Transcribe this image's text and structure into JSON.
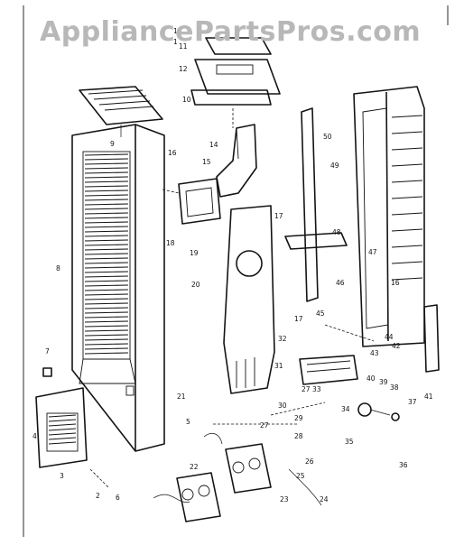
{
  "watermark": "AppliancePartsPros.com",
  "callouts": [
    {
      "id": "c1",
      "text": "1"
    },
    {
      "id": "c2",
      "text": "2"
    },
    {
      "id": "c3",
      "text": "3"
    },
    {
      "id": "c4",
      "text": "4"
    },
    {
      "id": "c5",
      "text": "5"
    },
    {
      "id": "c6",
      "text": "6"
    },
    {
      "id": "c7",
      "text": "7"
    },
    {
      "id": "c8",
      "text": "8"
    },
    {
      "id": "c9",
      "text": "9"
    },
    {
      "id": "c10",
      "text": "10"
    },
    {
      "id": "c11",
      "text": "11"
    },
    {
      "id": "c12",
      "text": "12"
    },
    {
      "id": "c13",
      "text": "13"
    },
    {
      "id": "c14",
      "text": "14"
    },
    {
      "id": "c15",
      "text": "15"
    },
    {
      "id": "c16",
      "text": "16"
    },
    {
      "id": "c16b",
      "text": "16"
    },
    {
      "id": "c17",
      "text": "17"
    },
    {
      "id": "c17b",
      "text": "17"
    },
    {
      "id": "c18",
      "text": "18"
    },
    {
      "id": "c19",
      "text": "19"
    },
    {
      "id": "c20",
      "text": "20"
    },
    {
      "id": "c21",
      "text": "21"
    },
    {
      "id": "c22",
      "text": "22"
    },
    {
      "id": "c23",
      "text": "23"
    },
    {
      "id": "c24",
      "text": "24"
    },
    {
      "id": "c25",
      "text": "25"
    },
    {
      "id": "c26",
      "text": "26"
    },
    {
      "id": "c27",
      "text": "27"
    },
    {
      "id": "c27b",
      "text": "27"
    },
    {
      "id": "c28",
      "text": "28"
    },
    {
      "id": "c29",
      "text": "29"
    },
    {
      "id": "c30",
      "text": "30"
    },
    {
      "id": "c31",
      "text": "31"
    },
    {
      "id": "c32",
      "text": "32"
    },
    {
      "id": "c33",
      "text": "33"
    },
    {
      "id": "c34",
      "text": "34"
    },
    {
      "id": "c35",
      "text": "35"
    },
    {
      "id": "c36",
      "text": "36"
    },
    {
      "id": "c37",
      "text": "37"
    },
    {
      "id": "c38",
      "text": "38"
    },
    {
      "id": "c39",
      "text": "39"
    },
    {
      "id": "c40",
      "text": "40"
    },
    {
      "id": "c41",
      "text": "41"
    },
    {
      "id": "c42",
      "text": "42"
    },
    {
      "id": "c43",
      "text": "43"
    },
    {
      "id": "c44",
      "text": "44"
    },
    {
      "id": "c45",
      "text": "45"
    },
    {
      "id": "c46",
      "text": "46"
    },
    {
      "id": "c47",
      "text": "47"
    },
    {
      "id": "c48",
      "text": "48"
    },
    {
      "id": "c49",
      "text": "49"
    },
    {
      "id": "c50",
      "text": "50"
    }
  ]
}
